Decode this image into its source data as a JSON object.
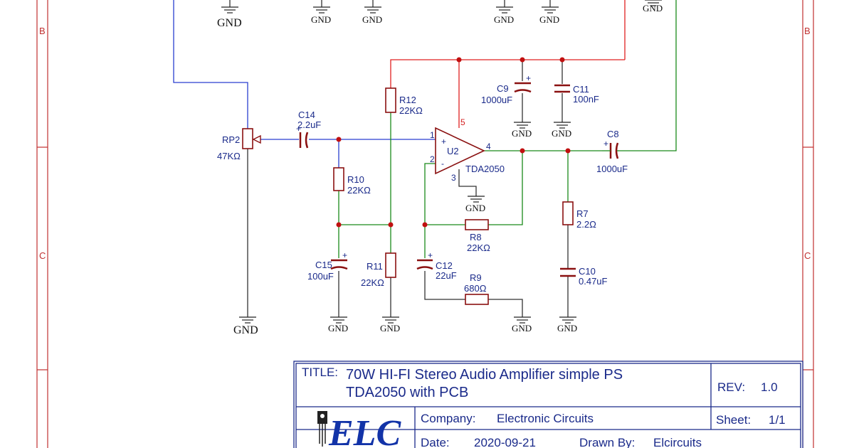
{
  "zones": {
    "left_b": "B",
    "left_c": "C",
    "right_b": "B",
    "right_c": "C"
  },
  "gnd": "GND",
  "components": {
    "rp2": {
      "ref": "RP2",
      "value": "47KΩ"
    },
    "c14": {
      "ref": "C14",
      "value": "2.2uF"
    },
    "r12": {
      "ref": "R12",
      "value": "22KΩ"
    },
    "r10": {
      "ref": "R10",
      "value": "22KΩ"
    },
    "c15": {
      "ref": "C15",
      "value": "100uF"
    },
    "r11": {
      "ref": "R11",
      "value": "22KΩ"
    },
    "u2": {
      "ref": "U2",
      "value": "TDA2050",
      "pin1": "1",
      "pin2": "2",
      "pin3": "3",
      "pin4": "4",
      "pin5": "5",
      "plus": "+",
      "minus": "-"
    },
    "c9": {
      "ref": "C9",
      "value": "1000uF"
    },
    "c11": {
      "ref": "C11",
      "value": "100nF"
    },
    "c8": {
      "ref": "C8",
      "value": "1000uF"
    },
    "r7": {
      "ref": "R7",
      "value": "2.2Ω"
    },
    "c10": {
      "ref": "C10",
      "value": "0.47uF"
    },
    "r8": {
      "ref": "R8",
      "value": "22KΩ"
    },
    "c12": {
      "ref": "C12",
      "value": "22uF"
    },
    "r9": {
      "ref": "R9",
      "value": "680Ω"
    }
  },
  "title_block": {
    "title_label": "TITLE:",
    "title_line1": "70W HI-FI Stereo Audio Amplifier simple PS",
    "title_line2": "TDA2050 with PCB",
    "rev_label": "REV:",
    "rev_value": "1.0",
    "company_label": "Company:",
    "company_value": "Electronic Circuits",
    "sheet_label": "Sheet:",
    "sheet_value": "1/1",
    "date_label": "Date:",
    "date_value": "2020-09-21",
    "drawn_label": "Drawn By:",
    "drawn_value": "Elcircuits",
    "logo_text": "ELC"
  },
  "colors": {
    "wire_blue": "#2a3fd0",
    "wire_green": "#1a8a1a",
    "wire_red": "#e02020",
    "component": "#8a1010",
    "text": "#1a2a8a"
  }
}
